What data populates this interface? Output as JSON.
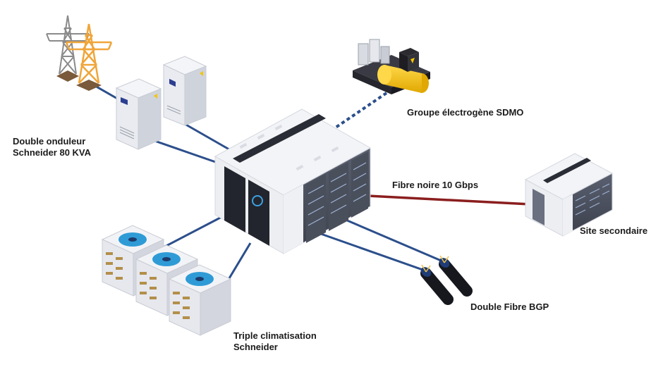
{
  "labels": {
    "ups": {
      "line1": "Double onduleur",
      "line2": "Schneider 80 KVA"
    },
    "generator": "Groupe électrogène SDMO",
    "dark_fiber": "Fibre noire 10 Gbps",
    "secondary_site": "Site secondaire",
    "bgp_fiber": "Double Fibre BGP",
    "cooling": {
      "line1": "Triple climatisation",
      "line2": "Schneider"
    }
  },
  "colors": {
    "power_link": "#2c4f8c",
    "dark_fiber_link": "#8b1e1e",
    "generator_link": "#2c4f8c",
    "tower_gray": "#8a8a8a",
    "tower_orange": "#f0a53a",
    "generator_yellow": "#f5c400",
    "fan_blue": "#2f9bd6"
  },
  "icons": {
    "towers": "power-tower-icon",
    "ups": "ups-cabinet-icon",
    "generator": "generator-icon",
    "datacenter": "server-rack-icon",
    "secondary_site": "server-rack-icon",
    "cooling": "air-conditioner-icon",
    "fiber": "fiber-cable-icon"
  }
}
